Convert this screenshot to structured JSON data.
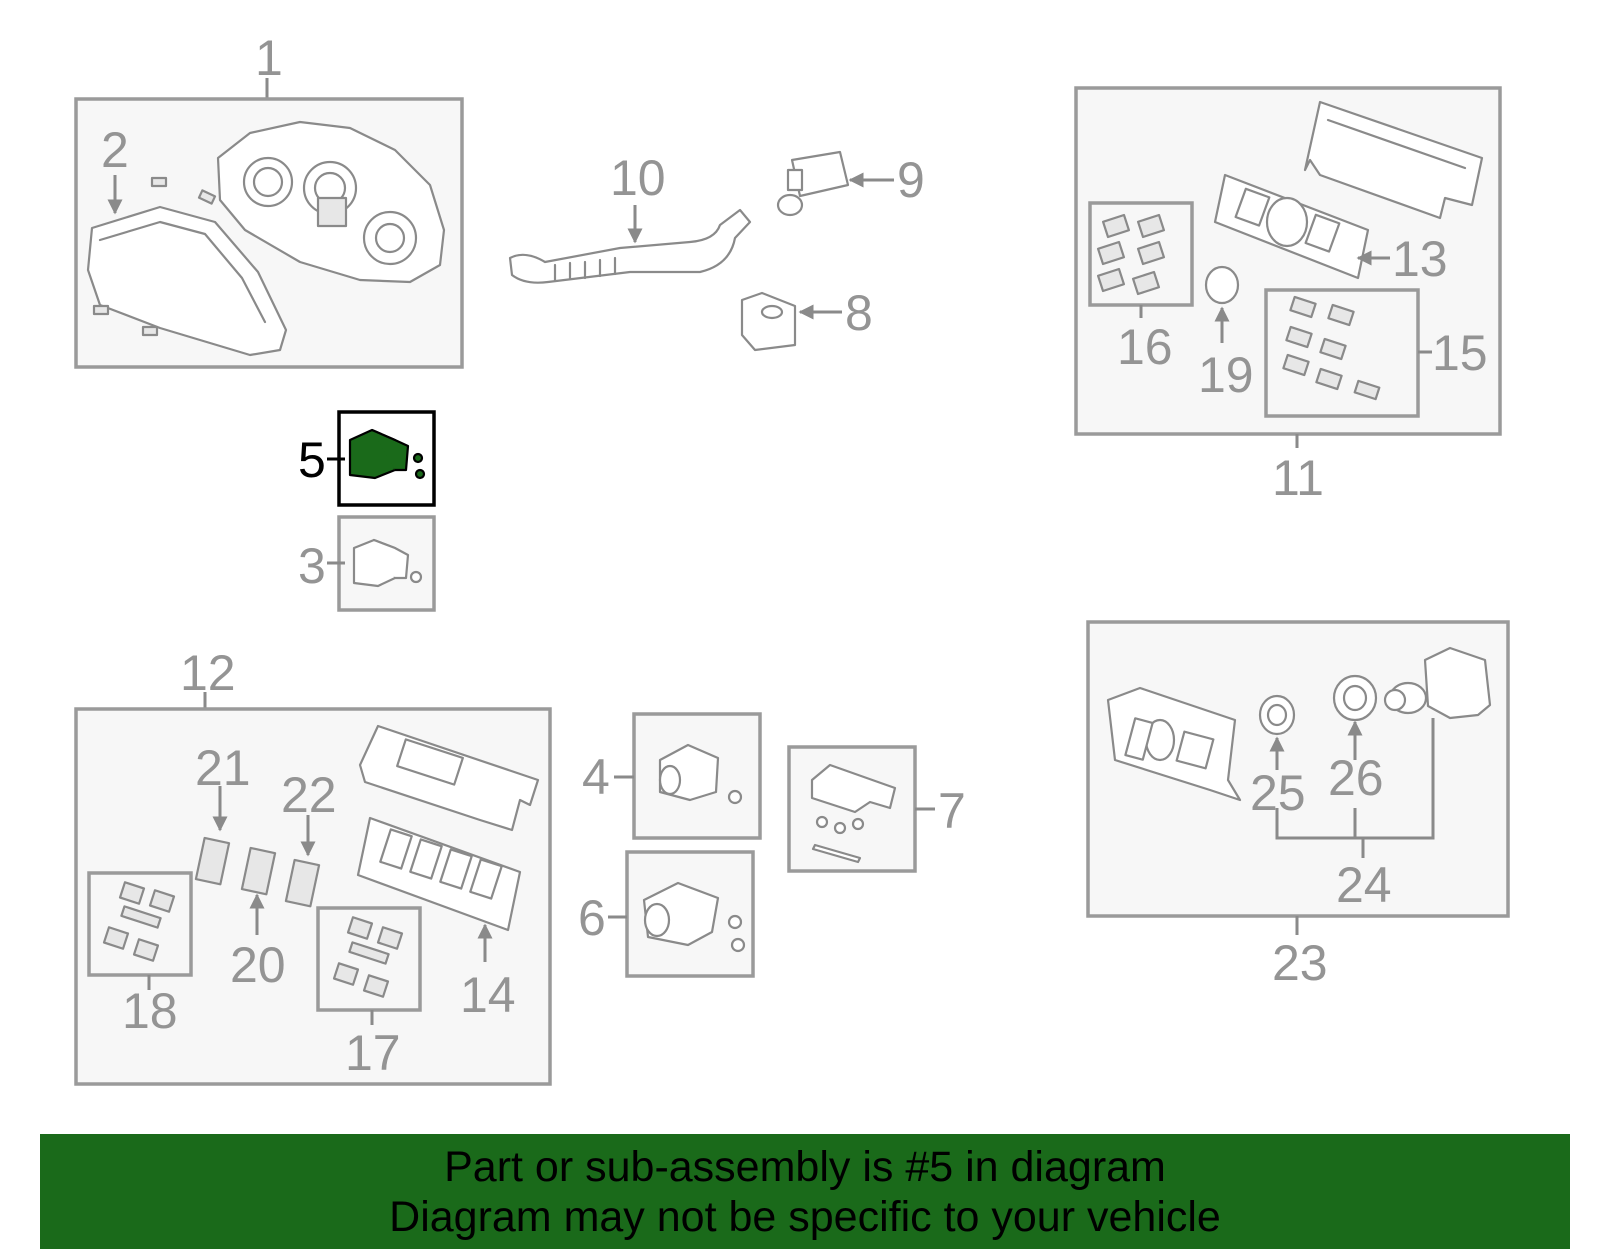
{
  "diagram": {
    "highlight_color": "#1a6a1a",
    "selected_part": "5",
    "callouts": {
      "c1": "1",
      "c2": "2",
      "c3": "3",
      "c4": "4",
      "c5": "5",
      "c6": "6",
      "c7": "7",
      "c8": "8",
      "c9": "9",
      "c10": "10",
      "c11": "11",
      "c12": "12",
      "c13": "13",
      "c14": "14",
      "c15": "15",
      "c16": "16",
      "c17": "17",
      "c18": "18",
      "c19": "19",
      "c20": "20",
      "c21": "21",
      "c22": "22",
      "c23": "23",
      "c24": "24",
      "c25": "25",
      "c26": "26"
    }
  },
  "banner": {
    "line1": "Part or sub-assembly is #5 in diagram",
    "line2": "Diagram may not be specific to your vehicle",
    "background_color": "#1a6a1a"
  }
}
